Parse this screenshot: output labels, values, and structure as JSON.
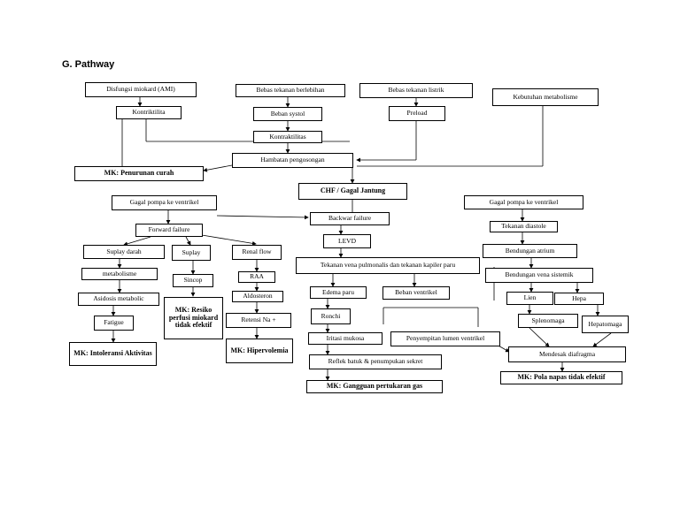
{
  "heading": "G. Pathway",
  "nodes": {
    "disfungsi": "Disfungsi miokard (AMI)",
    "kontriktilitas": "Kontriktilita",
    "bebas_berlebihan": "Bebas tekanan berlebihan",
    "beban_systol": "Beban systol",
    "kontraktilitas": "Kontraktilitas",
    "bebas_listrik": "Bebas tekanan listrik",
    "preload": "Preload",
    "kebutuhan": "Kebutuhan metabolisme",
    "hambatan": "Hambatan pengosongan",
    "mk_curah": "MK: Penurunan curah",
    "chf": "CHF / Gagal Jantung",
    "gagal_kiri": "Gagal pompa ke ventrikel",
    "backwar": "Backwar failure",
    "forward": "Forward failure",
    "renal": "Renal flow",
    "suplay_darah": "Suplay darah",
    "suplay": "Suplay",
    "metabolisme": "metabolisme",
    "sincop": "Sincop",
    "raa": "RAA",
    "asidosis": "Asidosis metabolic",
    "aldosteron": "Aldosteron",
    "mk_risiko": "MK: Resiko perfusi miokard tidak efektif",
    "fatigue": "Fatigue",
    "retensi": "Retensi Na +",
    "mk_intoleransi": "MK: Intoleransi Aktivitas",
    "mk_hiper": "MK: Hipervolemia",
    "levd": "LEVD",
    "tekanan_vena": "Tekanan vena pulmonalis dan tekanan kapiler paru",
    "edema": "Edema paru",
    "beban_ventrikel": "Beban ventrikel",
    "ronchi": "Ronchi",
    "iritasi": "Iritasi mukosa",
    "penyempitan": "Penyempitan lumen ventrikel",
    "reflek": "Reflek batuk & penumpukan sekret",
    "mk_gas": "MK: Gangguan pertukaran gas",
    "gagal_kanan": "Gagal pompa ke ventrikel",
    "tekanan_diastole": "Tekanan diastole",
    "bendungan_atrium": "Bendungan atrium",
    "bendungan_vena": "Bendungan vena sistemik",
    "lien": "Lien",
    "hepa": "Hepa",
    "splenomaga": "Splenomaga",
    "hepatomaga": "Hepatomaga",
    "mendesak": "Mendesak diafragma",
    "mk_pola": "MK: Pola napas tidak efektif"
  }
}
